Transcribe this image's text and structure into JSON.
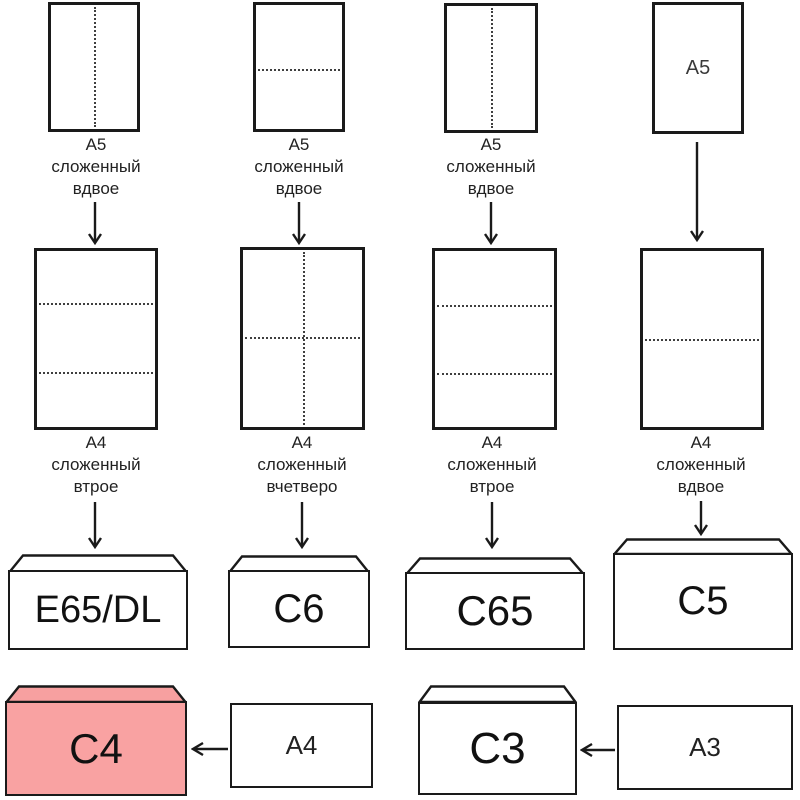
{
  "columns": [
    {
      "top_sheet": {
        "name": "A5",
        "fold_type": "vertical-half",
        "caption": [
          "A5",
          "сложенный",
          "вдвое"
        ]
      },
      "mid_sheet": {
        "name": "A4",
        "fold_type": "tri-fold-horizontal",
        "caption": [
          "A4",
          "сложенный",
          "втрое"
        ]
      },
      "envelope": {
        "label": "E65/DL"
      }
    },
    {
      "top_sheet": {
        "name": "A5",
        "fold_type": "horizontal-half",
        "caption": [
          "A5",
          "сложенный",
          "вдвое"
        ]
      },
      "mid_sheet": {
        "name": "A4",
        "fold_type": "quarter-fold-cross",
        "caption": [
          "A4",
          "сложенный",
          "вчетверо"
        ]
      },
      "envelope": {
        "label": "C6"
      }
    },
    {
      "top_sheet": {
        "name": "A5",
        "fold_type": "vertical-half",
        "caption": [
          "A5",
          "сложенный",
          "вдвое"
        ]
      },
      "mid_sheet": {
        "name": "A4",
        "fold_type": "tri-fold-horizontal",
        "caption": [
          "A4",
          "сложенный",
          "втрое"
        ]
      },
      "envelope": {
        "label": "C65"
      }
    },
    {
      "top_sheet": {
        "name": "A5",
        "fold_type": "unfolded",
        "inner_label": "A5",
        "caption": []
      },
      "mid_sheet": {
        "name": "A4",
        "fold_type": "half-fold-horizontal",
        "caption": [
          "A4",
          "сложенный",
          "вдвое"
        ]
      },
      "envelope": {
        "label": "C5"
      }
    }
  ],
  "bottom_pairs": [
    {
      "envelope_label": "C4",
      "source_label": "A4",
      "highlighted": true
    },
    {
      "envelope_label": "C3",
      "source_label": "A3",
      "highlighted": false
    }
  ],
  "colors": {
    "stroke": "#1a1a1a",
    "fold_line": "#3f3f3f",
    "highlight_body": "#f9a2a2",
    "highlight_flap": "#f7a0a0",
    "background": "#ffffff"
  }
}
